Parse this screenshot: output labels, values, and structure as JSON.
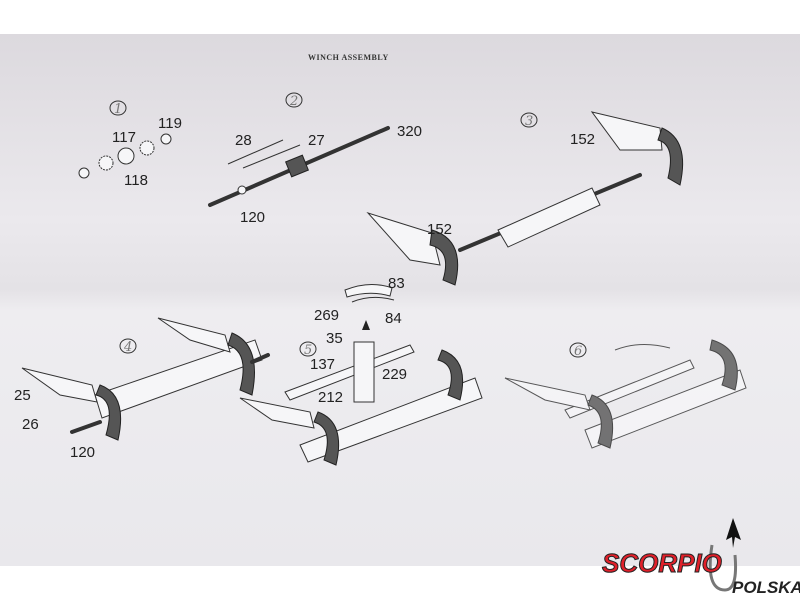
{
  "title": "WINCH ASSEMBLY",
  "steps": [
    "1",
    "2",
    "3",
    "4",
    "5",
    "6"
  ],
  "parts": {
    "p117": "117",
    "p118": "118",
    "p119": "119",
    "p28": "28",
    "p27": "27",
    "p320": "320",
    "p120a": "120",
    "p152a": "152",
    "p152b": "152",
    "p83": "83",
    "p84": "84",
    "p269": "269",
    "p35": "35",
    "p137": "137",
    "p229": "229",
    "p212": "212",
    "p25": "25",
    "p26": "26",
    "p120b": "120"
  },
  "logo": {
    "brand": "SCORPIO",
    "sub": "POLSKA",
    "brand_color": "#e0202a"
  }
}
